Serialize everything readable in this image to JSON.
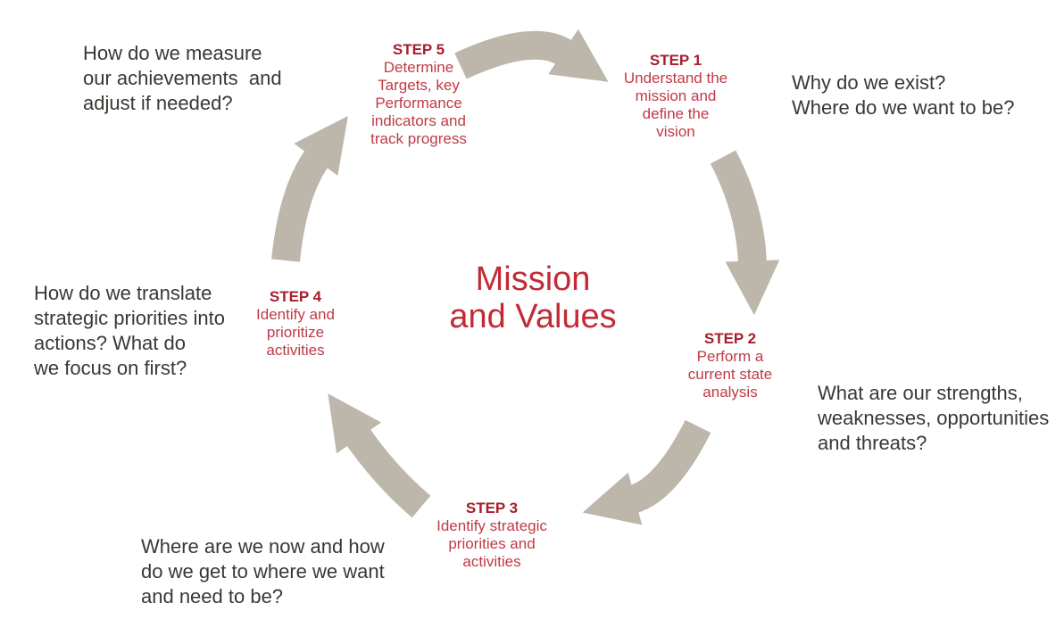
{
  "diagram": {
    "name": "strategic-planning-cycle",
    "center_title": "Mission\nand Values",
    "steps": [
      {
        "heading": "STEP 1",
        "body": "Understand the\nmission and\ndefine the\nvision"
      },
      {
        "heading": "STEP 2",
        "body": "Perform a\ncurrent state\nanalysis"
      },
      {
        "heading": "STEP 3",
        "body": "Identify strategic\npriorities and\nactivities"
      },
      {
        "heading": "STEP 4",
        "body": "Identify and\nprioritize\nactivities"
      },
      {
        "heading": "STEP 5",
        "body": "Determine\nTargets, key\nPerformance\nindicators and\ntrack progress"
      }
    ],
    "questions": {
      "top_left": "How do we measure\nour achievements  and\nadjust if needed?",
      "top_right": "Why do we exist?\nWhere do we want to be?",
      "right_bottom": "What are our strengths,\nweaknesses, opportunities\nand threats?",
      "bottom_left": "Where are we now and how\ndo we get to where we want\nand need to be?",
      "left": "How do we translate\nstrategic priorities into\nactions? What do\nwe focus on first?"
    },
    "arrows": [
      {
        "name": "curved-arrow-step5-to-step1"
      },
      {
        "name": "curved-arrow-step1-to-step2"
      },
      {
        "name": "curved-arrow-step2-to-step3"
      },
      {
        "name": "curved-arrow-step3-to-step4"
      },
      {
        "name": "curved-arrow-step4-to-step5"
      }
    ],
    "colors": {
      "title": "#c22b35",
      "step_heading": "#a81e2b",
      "step_body": "#bf3a45",
      "question_text": "#3b3733",
      "arrow": "#bdb6ab",
      "background": "#ffffff"
    }
  }
}
